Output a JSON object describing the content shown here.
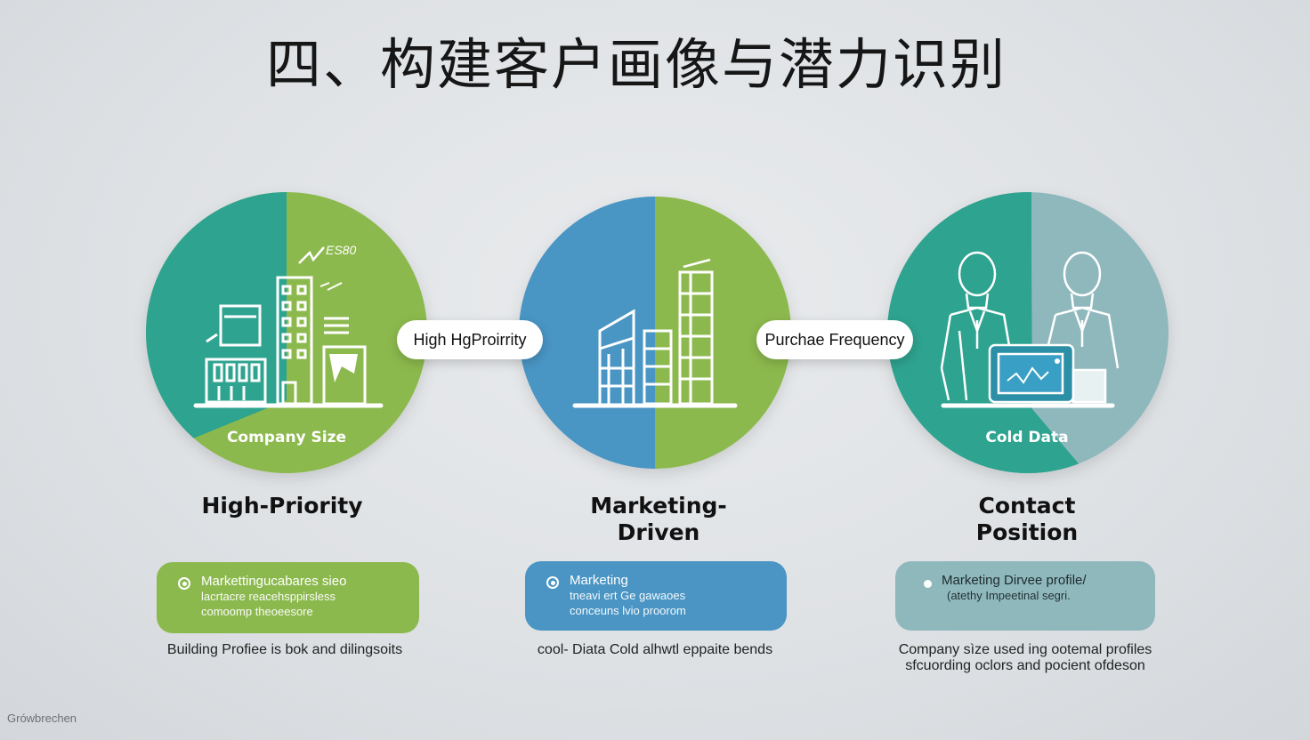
{
  "page_title": "四、构建客户画像与潜力识别",
  "colors": {
    "green": "#8cb94e",
    "teal": "#2ea38f",
    "blue": "#4a95c4",
    "slate": "#8fb8bd"
  },
  "circles": [
    {
      "inner_label": "Company Size",
      "icon": "buildings-growth-icon",
      "annotation": "ES80"
    },
    {
      "inner_label": "",
      "icon": "bar-chart-buildings-icon"
    },
    {
      "inner_label": "Cold Data",
      "icon": "two-people-laptop-icon"
    }
  ],
  "connectors": [
    "High HgProirrity",
    "Purchae Frequency"
  ],
  "sections": [
    {
      "heading": "High-Priority",
      "box_lines": [
        "Markettingucabares sieo",
        "lacrtacre reacehsppirsless",
        "comoomp theoeesore"
      ],
      "caption": "Building Profiee is bok and dilingsoits"
    },
    {
      "heading": "Marketing-\nDriven",
      "box_lines": [
        "Marketing",
        "tneavi ert Ge gawaoes",
        "conceuns lvio proorom"
      ],
      "caption": "cool- Diata Cold alhwtl eppaite bends"
    },
    {
      "heading": "Contact\nPosition",
      "box_lines": [
        "Marketing Dirvee profile/",
        "(atethy Impeetinal segri."
      ],
      "caption": "Company sìze used ing ootemal profiles\nsfcuording oclors and pocient ofdeson"
    }
  ],
  "footer": "Grówbrechen"
}
